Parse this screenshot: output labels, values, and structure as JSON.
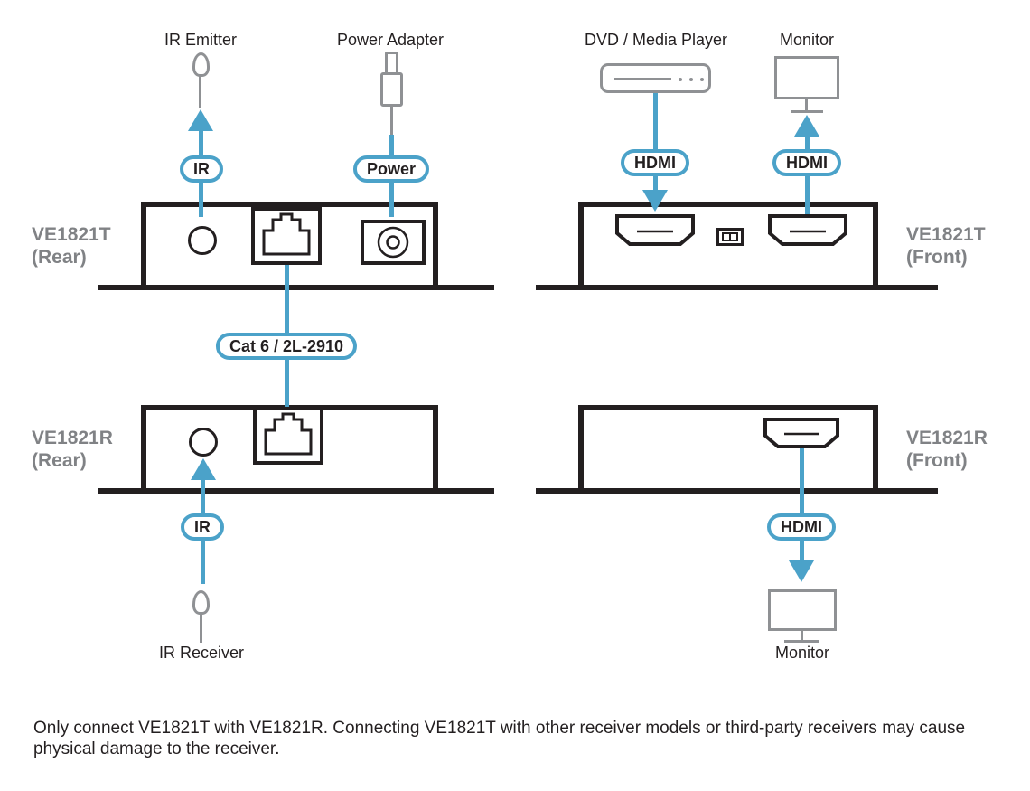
{
  "labels": {
    "ir_emitter": "IR Emitter",
    "power_adapter": "Power Adapter",
    "dvd_player": "DVD / Media Player",
    "monitor_top": "Monitor",
    "ir_receiver": "IR Receiver",
    "monitor_bottom": "Monitor"
  },
  "devices": {
    "t_rear": {
      "name": "VE1821T",
      "view": "(Rear)"
    },
    "t_front": {
      "name": "VE1821T",
      "view": "(Front)"
    },
    "r_rear": {
      "name": "VE1821R",
      "view": "(Rear)"
    },
    "r_front": {
      "name": "VE1821R",
      "view": "(Front)"
    }
  },
  "badges": {
    "ir_top": "IR",
    "power": "Power",
    "hdmi_source": "HDMI",
    "hdmi_display_top": "HDMI",
    "cat6": "Cat 6 / 2L-2910",
    "ir_bottom": "IR",
    "hdmi_display_bottom": "HDMI"
  },
  "note": {
    "line1": "Only connect VE1821T with VE1821R. Connecting VE1821T with other receiver models or third-party receivers may cause",
    "line2": "physical damage to the receiver."
  },
  "colors": {
    "accent_blue": "#4BA2C9",
    "outline_black": "#231F20",
    "icon_gray": "#8F9194",
    "label_gray": "#808285"
  }
}
